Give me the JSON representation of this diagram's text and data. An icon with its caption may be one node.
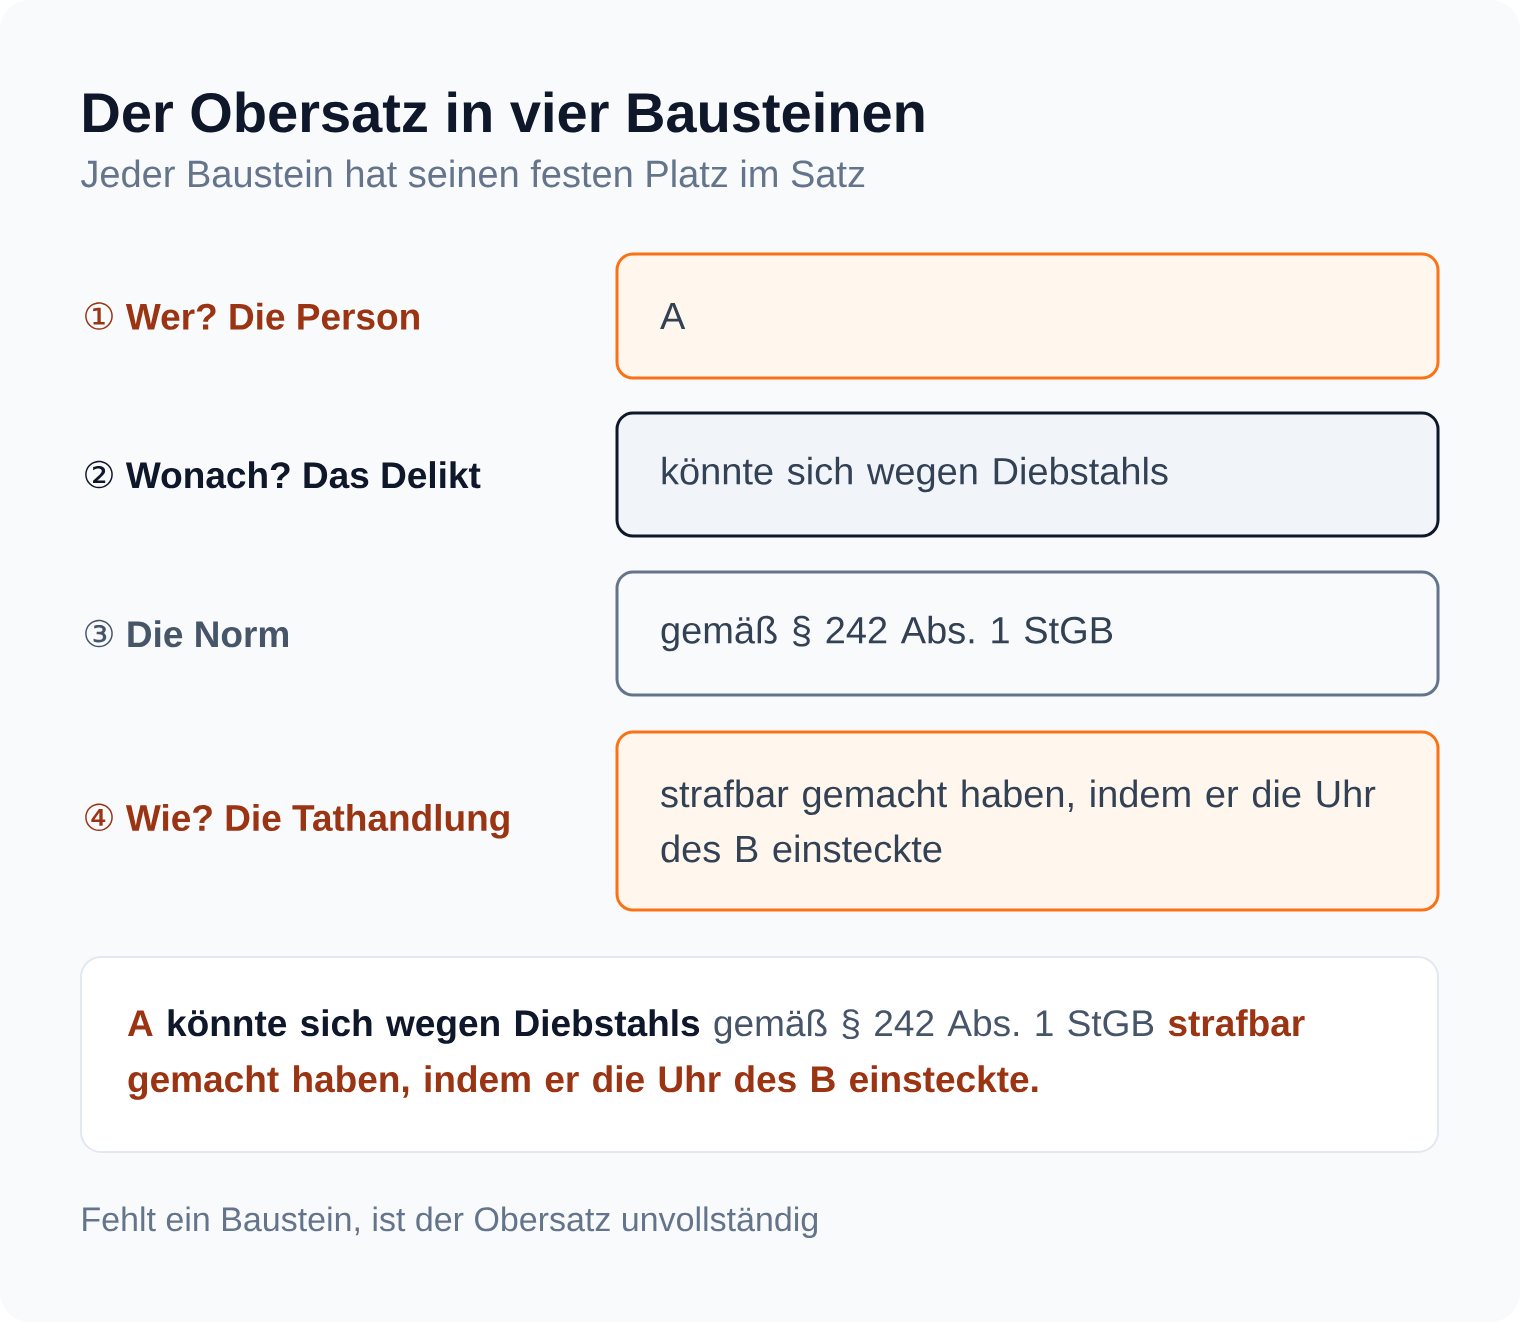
{
  "diagram": {
    "title": "Der Obersatz in vier Bausteinen",
    "caption": "Fehlt ein Baustein, ist der Obersatz unvollständig",
    "nodes": [
      {
        "text": [
          "A"
        ]
      },
      {
        "text": [
          "könnte sich wegen Diebstahls"
        ]
      },
      {
        "text": [
          "gemäß § 242 Abs. 1 StGB"
        ]
      },
      {
        "text": [
          "strafbar gemacht haben, indem er die Uhr des B einsteckte"
        ]
      },
      {
        "text": [
          "**A** **könnte sich wegen Diebstahls** gemäß § 242 Abs. 1 StGB **strafbar gemacht haben, indem er die Uhr des B einsteckte.**"
        ]
      }
    ],
    "labels": [
      "Jeder Baustein hat seinen festen Platz im Satz",
      "① Wer? Die Person",
      "② Wonach? Das Delikt",
      "③ Die Norm",
      "④ Wie? Die Tathandlung"
    ]
  }
}
